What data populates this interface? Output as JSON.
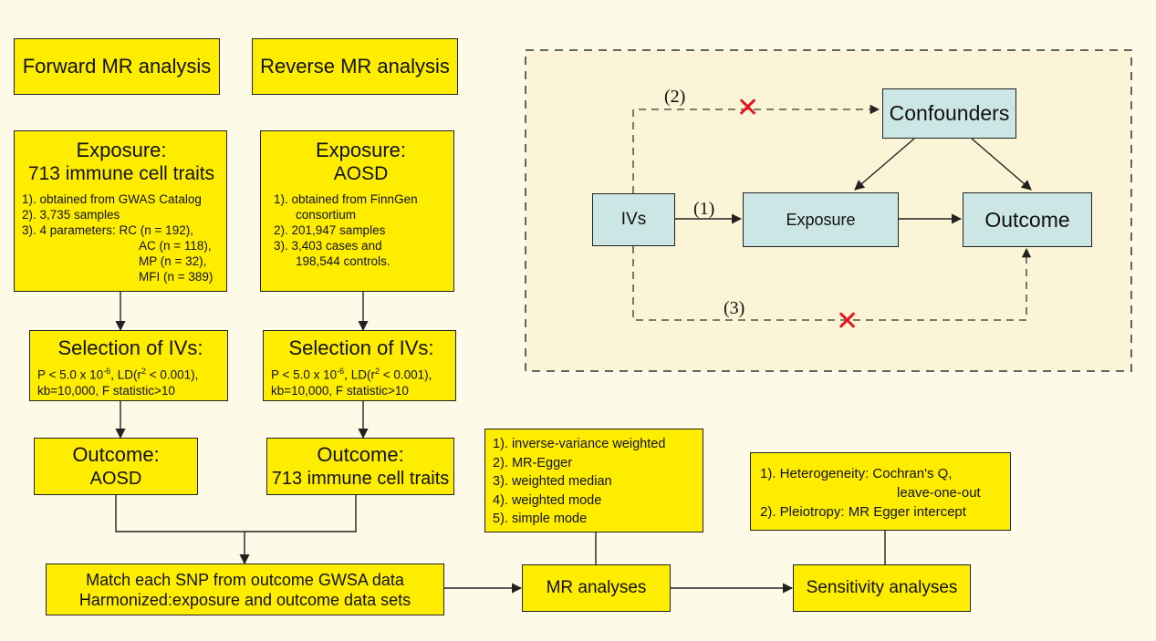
{
  "forward_header": "Forward MR analysis",
  "reverse_header": "Reverse MR analysis",
  "forward_exposure": {
    "title1": "Exposure:",
    "title2": "713 immune cell traits",
    "items": [
      "1). obtained from GWAS Catalog",
      "2). 3,735 samples",
      "3). 4 parameters: RC (n = 192),",
      "AC (n = 118),",
      "MP (n = 32),",
      "MFI (n = 389)"
    ]
  },
  "reverse_exposure": {
    "title1": "Exposure:",
    "title2": "AOSD",
    "items": [
      "1). obtained from FinnGen",
      "consortium",
      "2). 201,947 samples",
      "3). 3,403 cases and",
      "198,544 controls."
    ]
  },
  "selection": {
    "title": "Selection of IVs:",
    "line1_pre": "P < 5.0 x 10",
    "line1_sup": "-6",
    "line1_mid": ", LD(r",
    "line1_sup2": "2",
    "line1_post": " < 0.001),",
    "line2": "kb=10,000, F statistic>10"
  },
  "forward_outcome": {
    "title1": "Outcome:",
    "title2": "AOSD"
  },
  "reverse_outcome": {
    "title1": "Outcome:",
    "title2": "713 immune cell traits"
  },
  "match_box": {
    "line1": "Match each SNP from outcome GWSA data",
    "line2": "Harmonized:exposure and outcome data sets"
  },
  "mr_methods": [
    "1). inverse-variance weighted",
    "2). MR-Egger",
    "3). weighted median",
    "4). weighted mode",
    "5). simple mode"
  ],
  "mr_analyses": "MR analyses",
  "sensitivity_methods": {
    "line1": "1). Heterogeneity: Cochran's Q,",
    "line2": "leave-one-out",
    "line3": "2). Pleiotropy: MR Egger intercept"
  },
  "sensitivity_analyses": "Sensitivity analyses",
  "dag": {
    "ivs": "IVs",
    "exposure": "Exposure",
    "outcome": "Outcome",
    "confounders": "Confounders",
    "label1": "(1)",
    "label2": "(2)",
    "label3": "(3)"
  },
  "colors": {
    "box_fill": "#ffed00",
    "dag_fill": "#cce5e5",
    "cross": "#e8141d",
    "background": "#fdfbe7"
  }
}
